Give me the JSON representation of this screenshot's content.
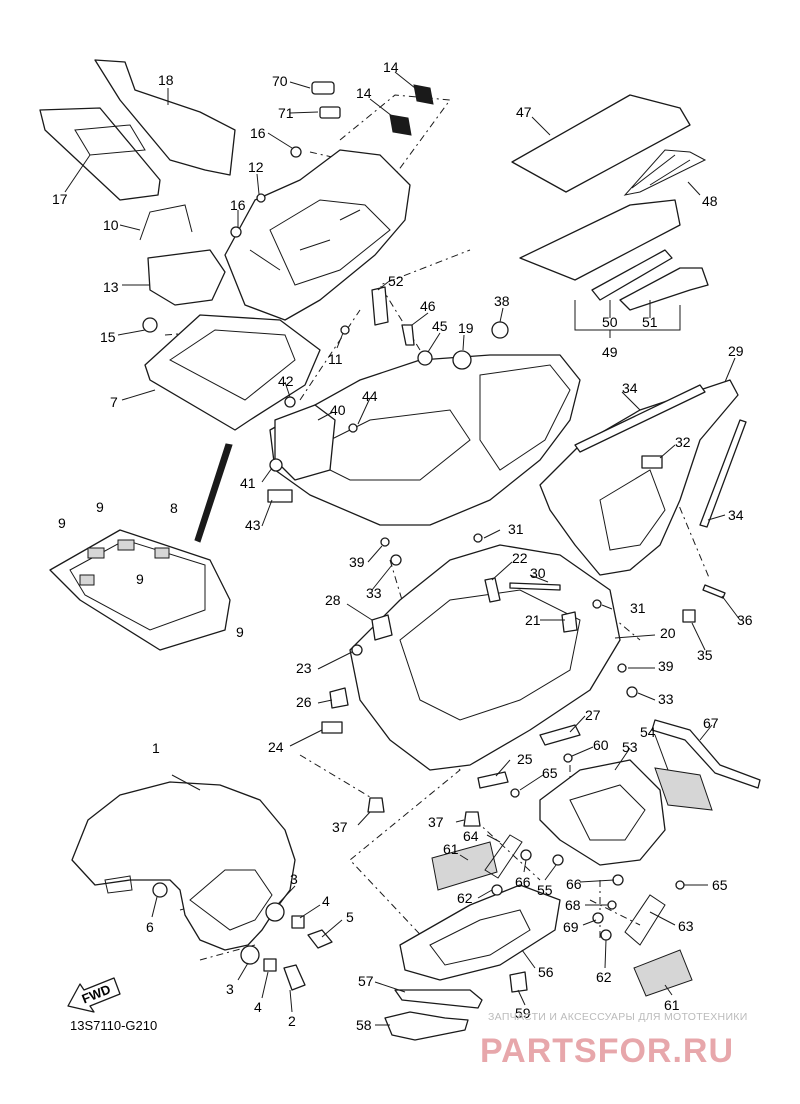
{
  "diagram": {
    "code": "13S7110-G210",
    "fwd_label": "FWD"
  },
  "watermark": {
    "tagline": "ЗАПЧАСТИ И АКСЕССУАРЫ ДЛЯ МОТОТЕХНИКИ",
    "brand": "PARTSFOR.RU"
  },
  "callouts": {
    "c1": "1",
    "c2": "2",
    "c3a": "3",
    "c3b": "3",
    "c4a": "4",
    "c4b": "4",
    "c5": "5",
    "c6": "6",
    "c7": "7",
    "c8": "8",
    "c9a": "9",
    "c9b": "9",
    "c9c": "9",
    "c9d": "9",
    "c10": "10",
    "c11": "11",
    "c12": "12",
    "c13": "13",
    "c14a": "14",
    "c14b": "14",
    "c15": "15",
    "c16a": "16",
    "c16b": "16",
    "c17": "17",
    "c18": "18",
    "c19": "19",
    "c20": "20",
    "c21": "21",
    "c22": "22",
    "c23": "23",
    "c24": "24",
    "c25": "25",
    "c26": "26",
    "c27": "27",
    "c28": "28",
    "c29": "29",
    "c30": "30",
    "c31a": "31",
    "c31b": "31",
    "c32": "32",
    "c33a": "33",
    "c33b": "33",
    "c34a": "34",
    "c34b": "34",
    "c35": "35",
    "c36": "36",
    "c37a": "37",
    "c37b": "37",
    "c38": "38",
    "c39a": "39",
    "c39b": "39",
    "c40": "40",
    "c41": "41",
    "c42": "42",
    "c43": "43",
    "c44": "44",
    "c45": "45",
    "c46": "46",
    "c47": "47",
    "c48": "48",
    "c49": "49",
    "c50": "50",
    "c51": "51",
    "c52": "52",
    "c53": "53",
    "c54": "54",
    "c55": "55",
    "c56": "56",
    "c57": "57",
    "c58": "58",
    "c59": "59",
    "c60": "60",
    "c61a": "61",
    "c61b": "61",
    "c62a": "62",
    "c62b": "62",
    "c63": "63",
    "c64": "64",
    "c65a": "65",
    "c65b": "65",
    "c66a": "66",
    "c66b": "66",
    "c67": "67",
    "c68": "68",
    "c69": "69",
    "c70": "70",
    "c71": "71"
  }
}
